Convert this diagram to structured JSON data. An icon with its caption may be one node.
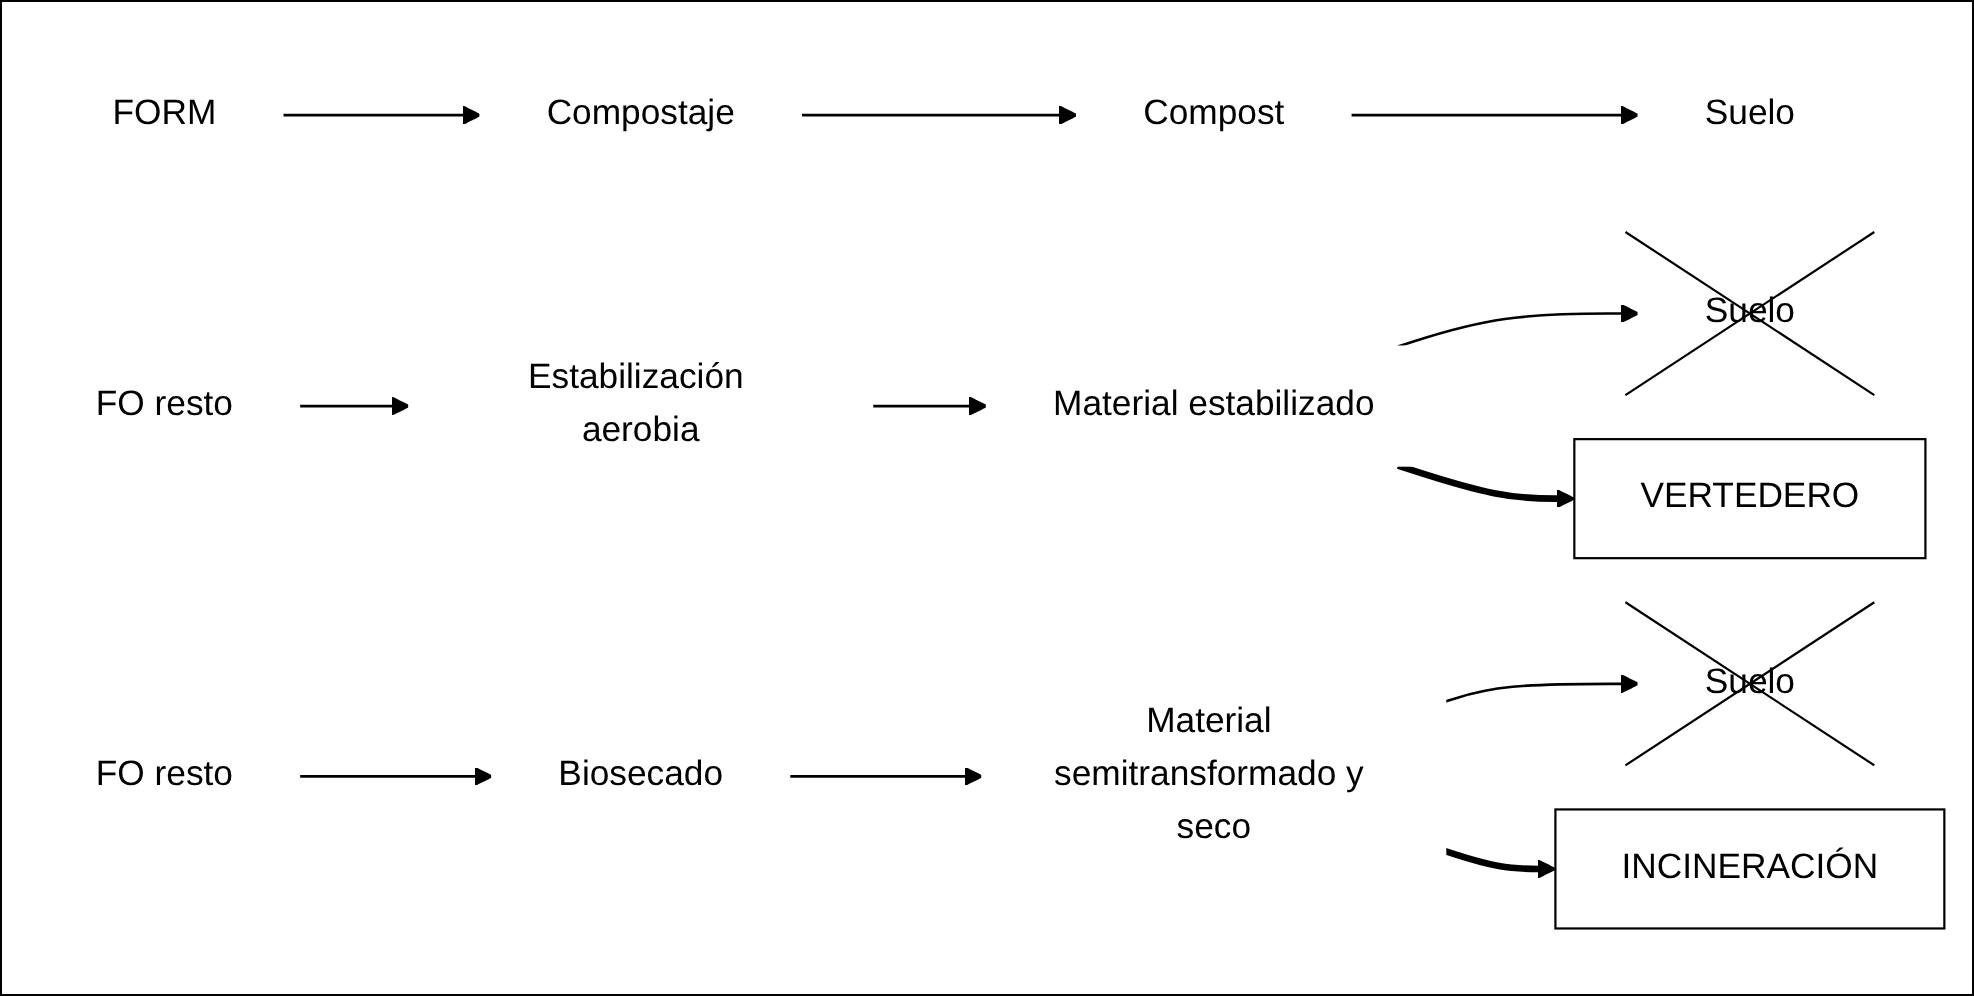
{
  "diagram": {
    "nodes": [
      {
        "text": [
          "FORM"
        ]
      },
      {
        "text": [
          "Compostaje"
        ]
      },
      {
        "text": [
          "Compost"
        ]
      },
      {
        "text": [
          "Suelo"
        ]
      },
      {
        "text": [
          "FO resto"
        ]
      },
      {
        "text": [
          "Estabilización aerobia"
        ]
      },
      {
        "text": [
          "Material estabilizado"
        ]
      },
      {
        "text": [
          "Suelo"
        ]
      },
      {
        "text": [
          "VERTEDERO"
        ]
      },
      {
        "text": [
          "FO resto"
        ]
      },
      {
        "text": [
          "Biosecado"
        ]
      },
      {
        "text": [
          "Material semitransformado y seco"
        ]
      },
      {
        "text": [
          "Suelo"
        ]
      },
      {
        "text": [
          "INCINERACIÓN"
        ]
      }
    ],
    "edges": [
      {
        "from": 0,
        "to": 1,
        "arrow": "to"
      },
      {
        "from": 1,
        "to": 2,
        "arrow": "to"
      },
      {
        "from": 2,
        "to": 3,
        "arrow": "to"
      },
      {
        "from": 4,
        "to": 5,
        "arrow": "to"
      },
      {
        "from": 5,
        "to": 6,
        "arrow": "to"
      },
      {
        "from": 6,
        "to": 7,
        "arrow": "to"
      },
      {
        "from": 6,
        "to": 8,
        "arrow": "to",
        "style": "thick"
      },
      {
        "from": 9,
        "to": 10,
        "arrow": "to"
      },
      {
        "from": 10,
        "to": 11,
        "arrow": "to"
      },
      {
        "from": 11,
        "to": 12,
        "arrow": "to"
      },
      {
        "from": 11,
        "to": 13,
        "arrow": "to",
        "style": "thick"
      }
    ]
  }
}
